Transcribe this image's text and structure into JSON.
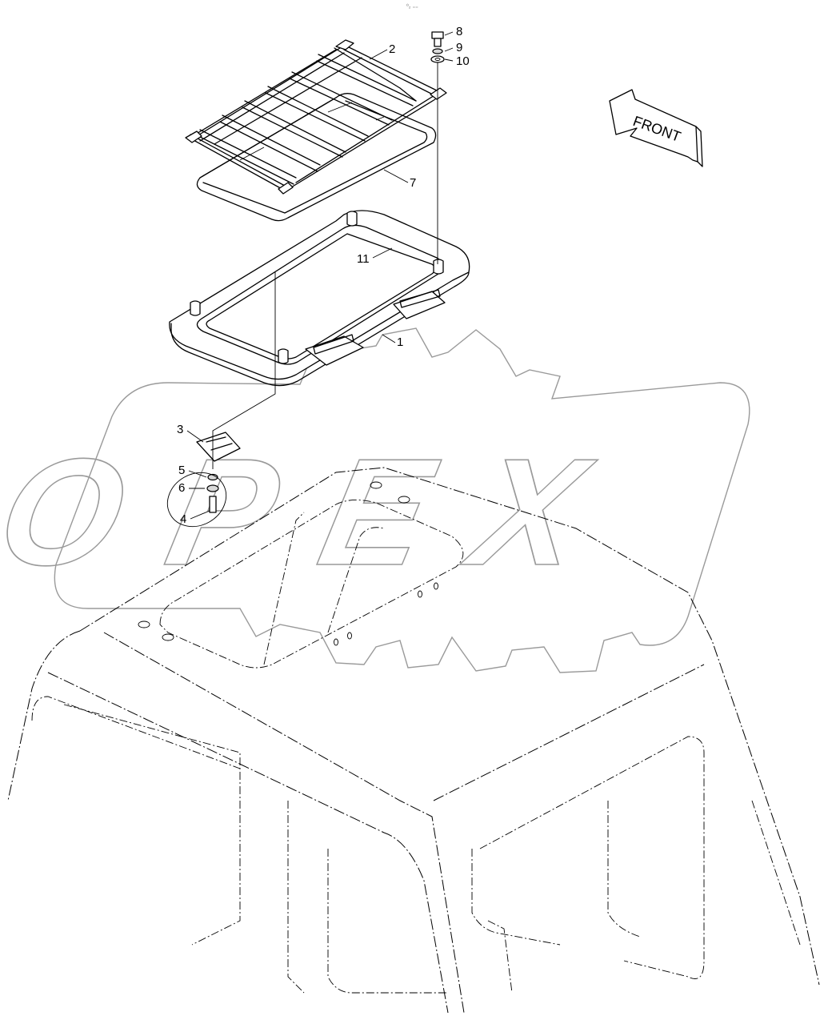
{
  "diagram": {
    "watermark": "OPEX",
    "direction_label": "FRONT",
    "callouts": [
      "1",
      "2",
      "3",
      "4",
      "5",
      "6",
      "7",
      "8",
      "9",
      "10",
      "11"
    ],
    "header_mark": "⁰₂ ₌₌"
  }
}
